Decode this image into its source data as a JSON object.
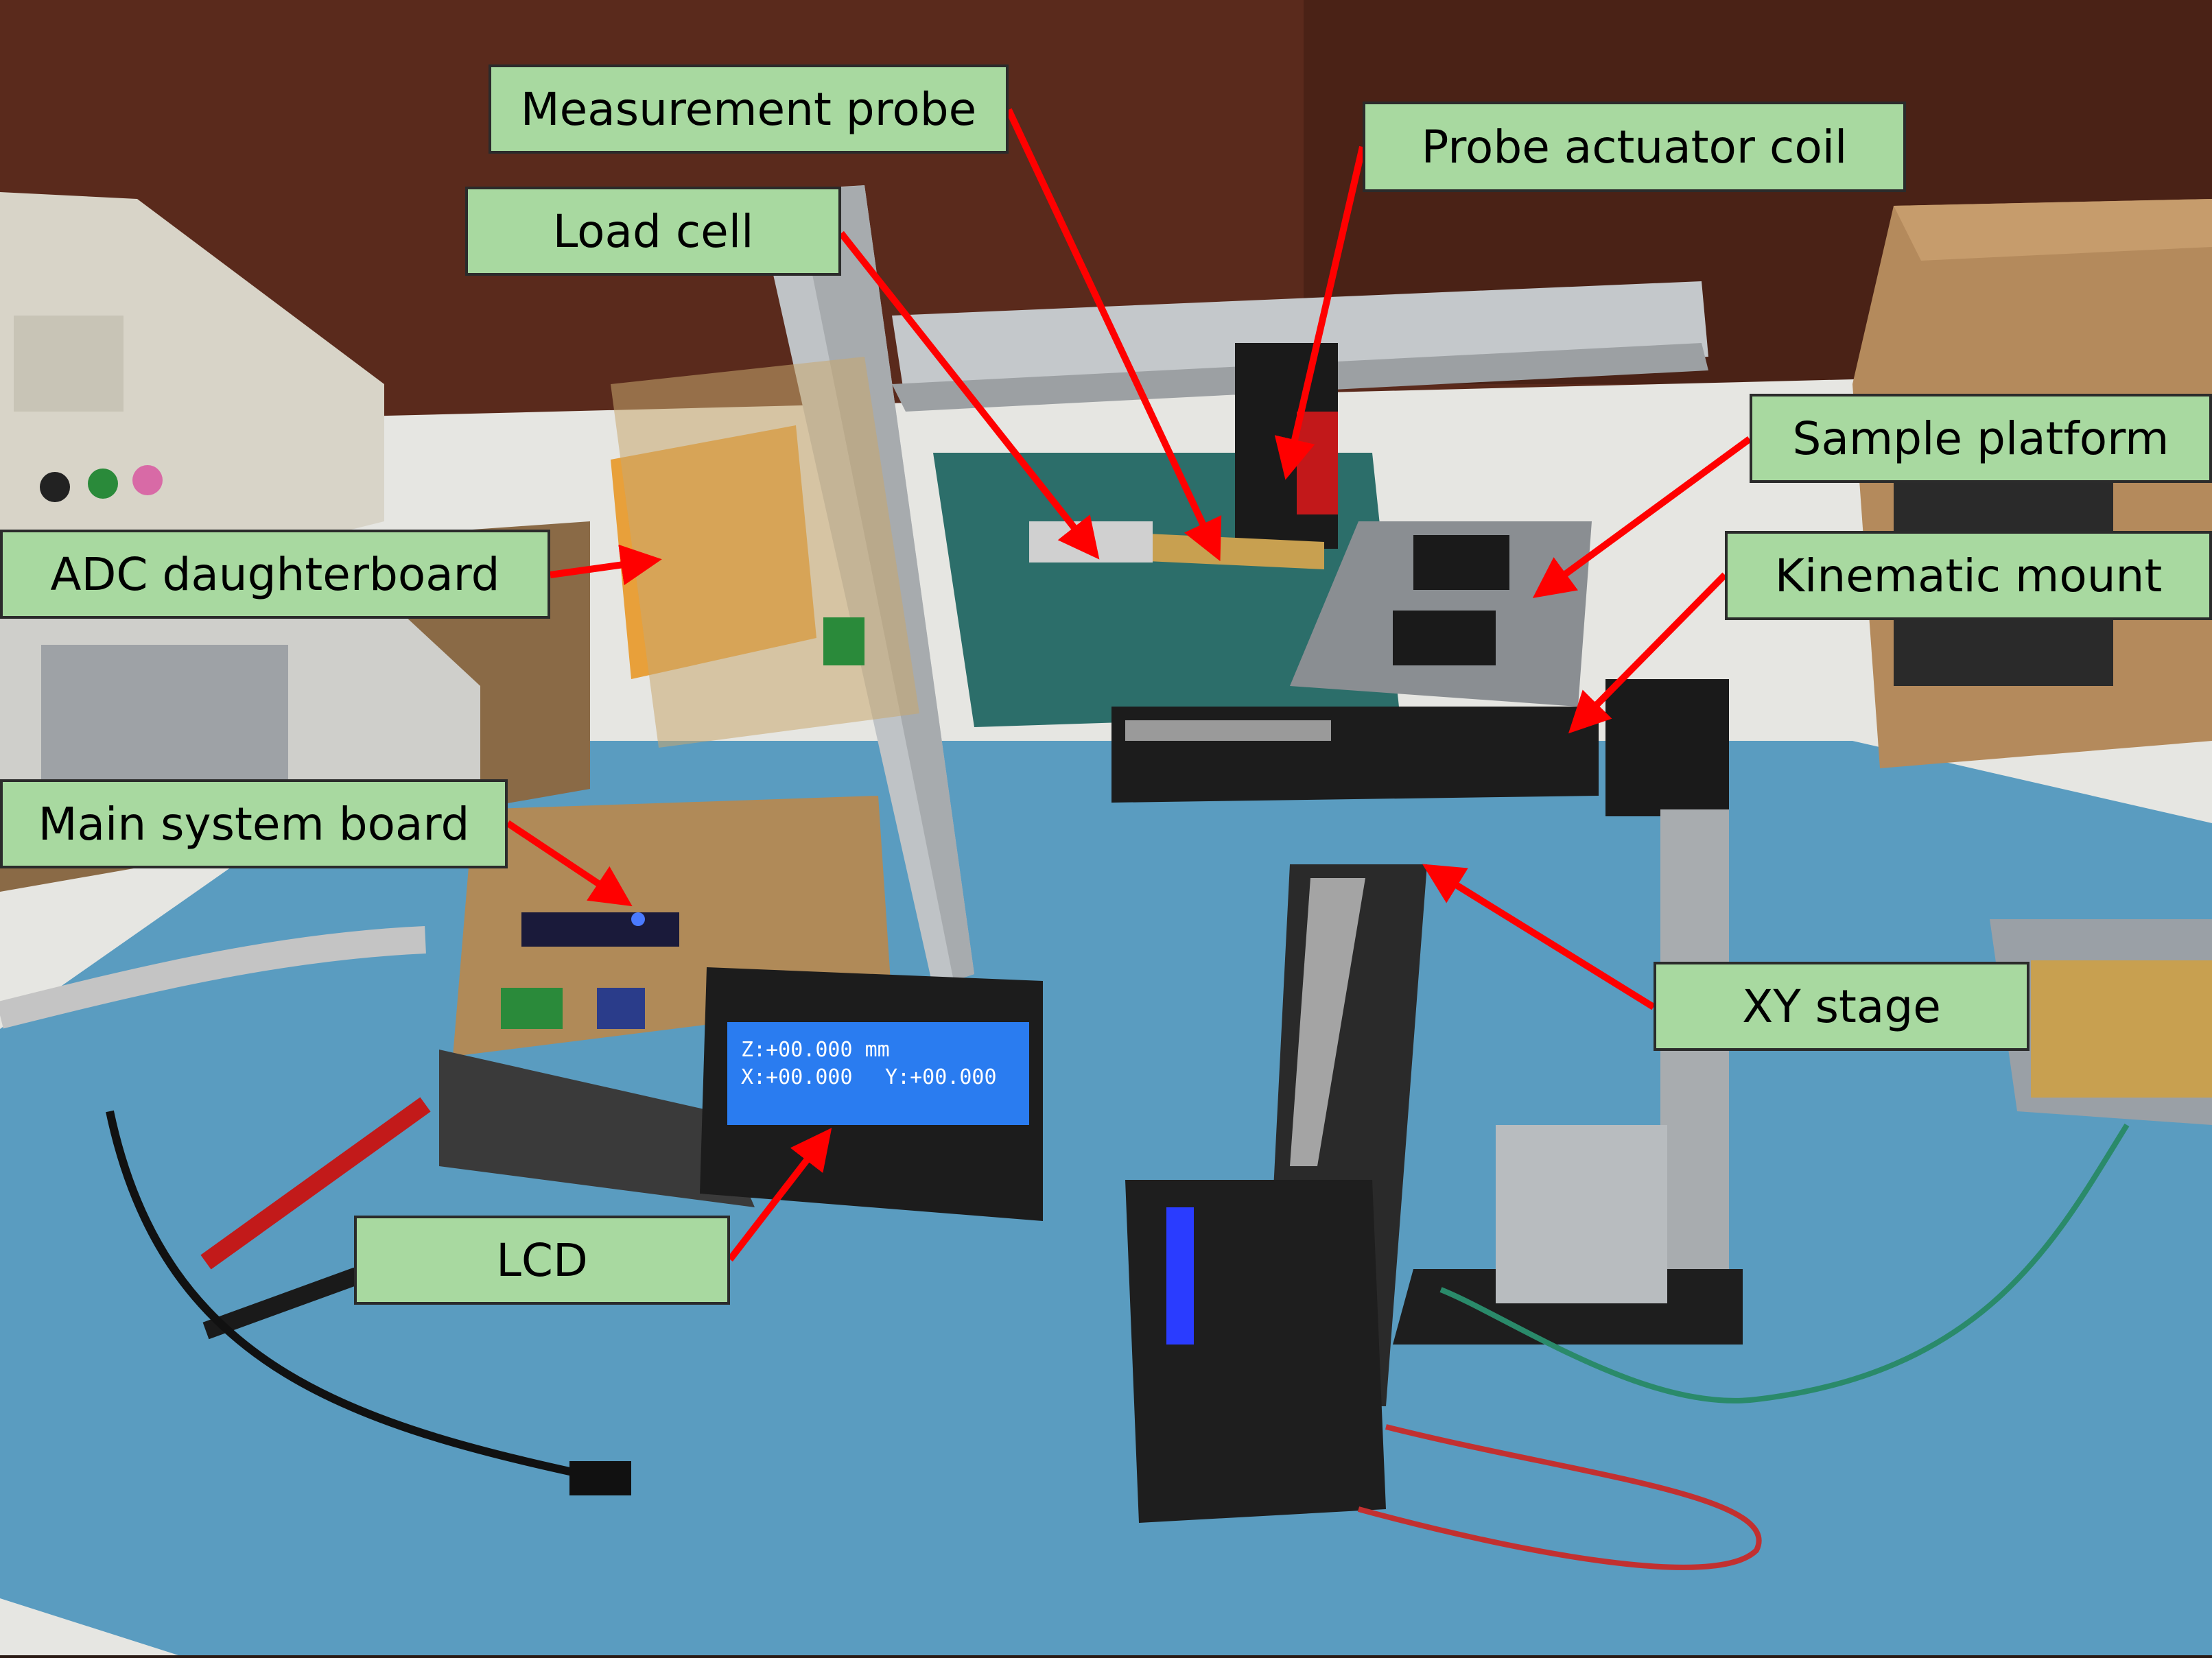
{
  "labels": {
    "measurement_probe": "Measurement probe",
    "probe_actuator_coil": "Probe actuator coil",
    "load_cell": "Load cell",
    "sample_platform": "Sample platform",
    "adc_daughterboard": "ADC daughterboard",
    "kinematic_mount": "Kinematic mount",
    "main_system_board": "Main system board",
    "xy_stage": "XY stage",
    "lcd": "LCD"
  },
  "lcd_screen": {
    "line1": "Z:+00.000 mm",
    "line2_x": "X:+00.000",
    "line2_y": "Y:+00.000"
  },
  "colors": {
    "label_fill": "#a8d9a0",
    "arrow": "#ff0000",
    "mat": "#5a9cc0",
    "wall": "#5a2a1c"
  }
}
